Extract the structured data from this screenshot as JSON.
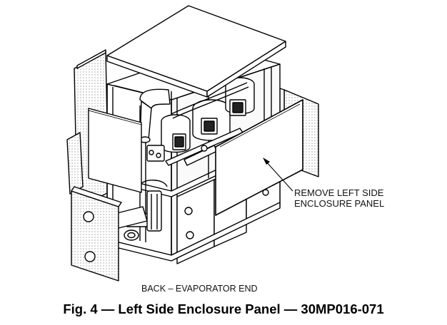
{
  "callout": {
    "line1": "REMOVE LEFT SIDE",
    "line2": "ENCLOSURE PANEL"
  },
  "bottom_label": "BACK – EVAPORATOR END",
  "caption": "Fig. 4 — Left Side Enclosure Panel — 30MP016-071"
}
